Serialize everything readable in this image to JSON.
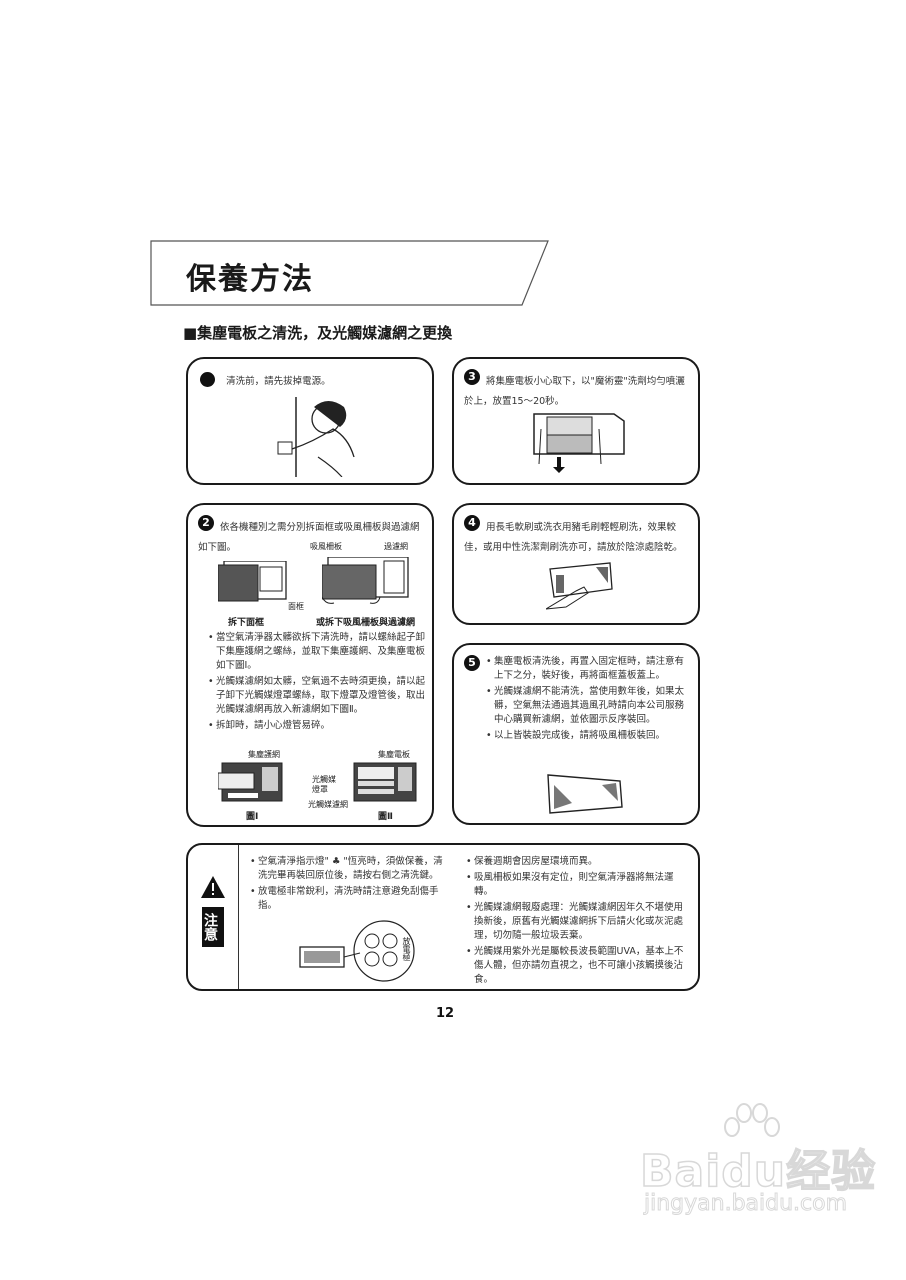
{
  "page": {
    "title": "保養方法",
    "section_heading": "■集塵電板之清洗，及光觸媒濾網之更換",
    "page_number": "12"
  },
  "steps": [
    {
      "id": "1",
      "number_icon": "filled-circle",
      "text": "清洗前，請先拔掉電源。",
      "illustration": "person-unplugging-power-cord"
    },
    {
      "id": "2",
      "number": "2",
      "bullets": [
        "依各機種別之需分別拆面框或吸風柵板與過濾網如下圖。",
        "當空氣清淨器太髒欲拆下清洗時，請以螺絲起子卸下集塵護網之螺絲，並取下集塵護網、及集塵電板如下圖Ⅰ。",
        "光觸媒濾網如太髒，空氣過不去時須更換，請以起子卸下光觸媒燈罩螺絲，取下燈罩及燈管後，取出光觸媒濾網再放入新濾網如下圖Ⅱ。",
        "拆卸時，請小心燈管易碎。"
      ],
      "figures_top": {
        "left_caption": "拆下面框",
        "left_label": "面框",
        "right_caption": "或拆下吸風柵板與過濾網",
        "right_labels": [
          "吸風柵板",
          "過濾網"
        ]
      },
      "figures_bottom": {
        "fig1_caption": "圖Ⅰ",
        "fig1_label": "集塵護網",
        "fig2_caption": "圖Ⅱ",
        "fig2_labels": [
          "集塵電板",
          "光觸媒燈罩",
          "光觸媒濾網"
        ]
      }
    },
    {
      "id": "3",
      "number": "3",
      "text": "將集塵電板小心取下，以\"魔術靈\"洗劑均勻噴灑於上，放置15～20秒。",
      "illustration": "removing-dust-collector-plate"
    },
    {
      "id": "4",
      "number": "4",
      "text": "用長毛軟刷或洗衣用豬毛刷輕輕刷洗，效果較佳，或用中性洗潔劑刷洗亦可，請放於陰涼處陰乾。",
      "illustration": "brushing-plate"
    },
    {
      "id": "5",
      "number": "5",
      "bullets": [
        "集塵電板清洗後，再置入固定框時，請注意有上下之分，裝好後，再將面框蓋板蓋上。",
        "光觸媒濾網不能清洗，當使用數年後，如果太髒，空氣無法通過其過風孔時請向本公司服務中心購買新濾網，並依圖示反序裝回。",
        "以上皆裝設完成後，請將吸風柵板裝回。"
      ],
      "illustration": "intake-grille-panel"
    }
  ],
  "notice": {
    "label": "注意",
    "left_bullets": [
      "空氣清淨指示燈\" ♣ \"恆亮時，須做保養，清洗完畢再裝回原位後，請按右側之清洗鍵。",
      "放電極非常銳利，清洗時請注意避免刮傷手指。"
    ],
    "figure_label": "放電極",
    "right_bullets": [
      "保養週期會因房屋環境而異。",
      "吸風柵板如果沒有定位，則空氣清淨器將無法運轉。",
      "光觸媒濾網報廢處理：光觸媒濾網因年久不堪使用換新後，原舊有光觸媒濾網拆下后請火化或灰泥處理，切勿隨一般垃圾丟棄。",
      "光觸媒用紫外光是屬較長波長範圍UVA，基本上不傷人體，但亦請勿直視之，也不可讓小孩觸摸後沾食。"
    ]
  },
  "watermark": {
    "brand": "Baidu经验",
    "url": "jingyan.baidu.com"
  }
}
